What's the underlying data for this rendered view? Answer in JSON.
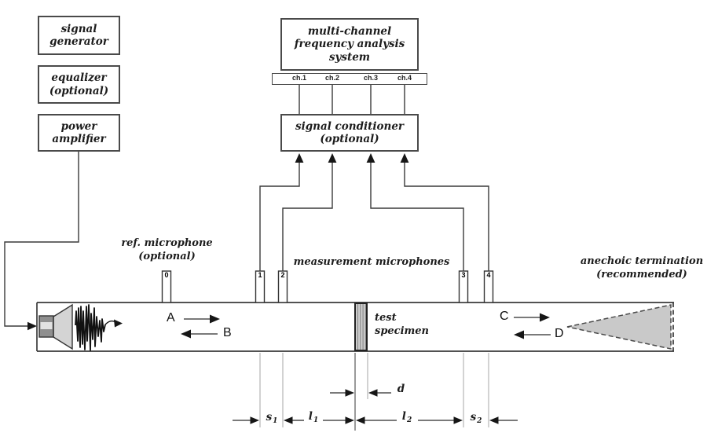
{
  "colors": {
    "line": "#3a3a3a",
    "extension_line": "#b5b5b5",
    "wedge_fill": "#c9c9c9",
    "specimen_fill": "#cfcfcf",
    "specimen_stripe": "#8a8a8a",
    "speaker_fill": "#d4d4d4"
  },
  "blocks": {
    "signal_generator": {
      "line1": "signal",
      "line2": "generator"
    },
    "equalizer": {
      "line1": "equalizer",
      "line2": "(optional)"
    },
    "power_amplifier": {
      "line1": "power",
      "line2": "amplifier"
    },
    "analysis_system": {
      "line1": "multi-channel",
      "line2": "frequency analysis",
      "line3": "system"
    },
    "channels": [
      "ch.1",
      "ch.2",
      "ch.3",
      "ch.4"
    ],
    "signal_conditioner": {
      "line1": "signal conditioner",
      "line2": "(optional)"
    }
  },
  "annotations": {
    "ref_microphone": {
      "line1": "ref. microphone",
      "line2": "(optional)"
    },
    "measurement_microphones": "measurement microphones",
    "anechoic_termination": {
      "line1": "anechoic termination",
      "line2": "(recommended)"
    },
    "test_specimen": {
      "line1": "test",
      "line2": "specimen"
    }
  },
  "microphone_numbers": [
    "0",
    "1",
    "2",
    "3",
    "4"
  ],
  "wave_arrows": {
    "a": "A",
    "b": "B",
    "c": "C",
    "d": "D"
  },
  "dimensions": {
    "s1": {
      "base": "s",
      "sub": "1"
    },
    "l1": {
      "base": "l",
      "sub": "1"
    },
    "l2": {
      "base": "l",
      "sub": "2"
    },
    "s2": {
      "base": "s",
      "sub": "2"
    },
    "d": {
      "base": "d",
      "sub": ""
    }
  }
}
